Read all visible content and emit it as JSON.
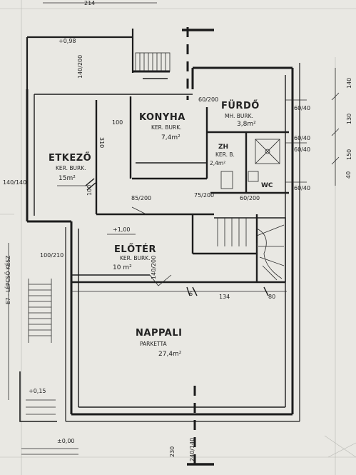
{
  "rooms": {
    "etkezo": {
      "name": "ETKEZŐ",
      "floor": "KER. BURK.",
      "area": "15m²"
    },
    "konyha": {
      "name": "KONYHA",
      "floor": "KER. BURK.",
      "area": "7,4m²"
    },
    "furdo": {
      "name": "FÜRDŐ",
      "floor": "MH. BURK.",
      "area": "3,8m²"
    },
    "eloter": {
      "name": "ELŐTÉR",
      "floor": "KER. BURK.",
      "area": "10 m²"
    },
    "nappali": {
      "name": "NAPPALI",
      "floor": "PARKETTA",
      "area": "27,4m²"
    },
    "wc": {
      "name": "WC"
    },
    "zh": {
      "name": "ZH",
      "floor": "KER. B.",
      "area": "2,4m²"
    }
  },
  "dimensions": {
    "d_098": "+0,98",
    "d_140_200_a": "140/200",
    "d_100": "100",
    "d_310": "310",
    "d_60_200": "60/200",
    "d_60_40_a": "60/40",
    "d_60_40_b": "60/40",
    "d_60_40_c": "60/40",
    "d_60_40_d": "60/40",
    "d_140_140": "140/140",
    "d_100_v": "100",
    "d_85_200": "85/200",
    "d_75_200": "75/200",
    "d_60_200_b": "60/200",
    "d_100_a": "+1,00",
    "d_100_210": "100/210",
    "d_140_200_b": "140/200",
    "d_6": "6",
    "d_134": "134",
    "d_80": "80",
    "d_015": "+0,15",
    "d_000": "±0,00",
    "d_230": "230",
    "d_240_140": "240/140",
    "d_side_140": "140",
    "d_side_130": "130",
    "d_side_150": "150",
    "d_side_40": "40",
    "d_lejtő": "E7 - LÉPCSŐ KÉSZ",
    "d_top": "214"
  }
}
